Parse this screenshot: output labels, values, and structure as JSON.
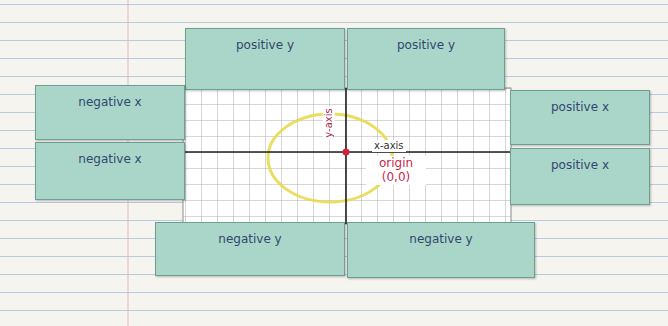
{
  "diagram": {
    "nodes": [
      {
        "text": [
          "positive y"
        ]
      },
      {
        "text": [
          "positive y"
        ]
      },
      {
        "text": [
          "negative x"
        ]
      },
      {
        "text": [
          "positive x"
        ]
      },
      {
        "text": [
          "negative x"
        ]
      },
      {
        "text": [
          "positive x"
        ]
      },
      {
        "text": [
          "negative y"
        ]
      },
      {
        "text": [
          "negative y"
        ]
      }
    ],
    "labels": [
      "y-axis",
      "x-axis",
      "origin (0,0)"
    ]
  }
}
